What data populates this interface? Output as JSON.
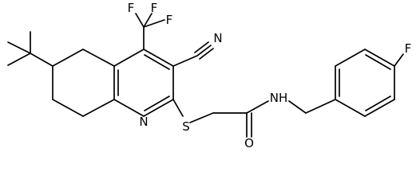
{
  "molecule": {
    "atom_labels": {
      "fluorine_cf3_left": "F",
      "fluorine_cf3_mid": "F",
      "fluorine_cf3_right": "F",
      "nitrile_nitrogen": "N",
      "ring_nitrogen": "N",
      "sulfur": "S",
      "carbonyl_oxygen": "O",
      "amide_nh": "NH",
      "fluorine_aryl": "F"
    }
  }
}
